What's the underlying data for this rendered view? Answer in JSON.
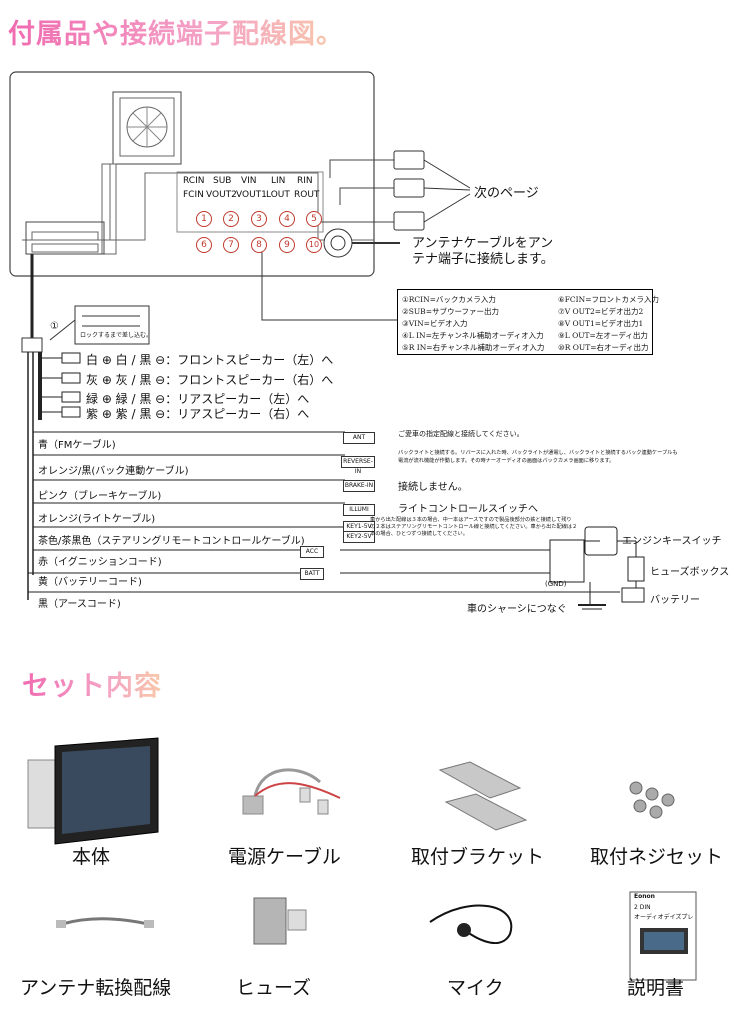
{
  "titles": {
    "wiring": "付属品や接続端子配線図。",
    "contents": "セット内容"
  },
  "ports": {
    "top_row": [
      "RCIN",
      "SUB",
      "VIN",
      "LIN",
      "RIN"
    ],
    "bottom_row": [
      "FCIN",
      "VOUT2",
      "VOUT1",
      "LOUT",
      "ROUT"
    ],
    "row1_numbers": [
      "1",
      "2",
      "3",
      "4",
      "5"
    ],
    "row2_numbers": [
      "6",
      "7",
      "8",
      "9",
      "10"
    ]
  },
  "callouts": {
    "next_page": "次のページ",
    "antenna_line1": "アンテナケーブルをアン",
    "antenna_line2": "テナ端子に接続します。",
    "lock_note": "ロックするまで差し込む。",
    "connector_num": "①"
  },
  "legend": [
    "①RCIN=バックカメラ入力",
    "⑥FCIN=フロントカメラ入力",
    "②SUB=サブウーファー出力",
    "⑦V OUT2=ビデオ出力2",
    "③VIN=ビデオ入力",
    "⑧V OUT1=ビデオ出力1",
    "④L IN=左チャンネル補助オーディオ入力",
    "⑨L OUT=左オーディ出力",
    "⑤R IN=右チャンネル補助オーディオ入力",
    "⑩R OUT=右オーディ出力"
  ],
  "speakers": [
    {
      "label": "白 ⊕ 白 / 黒 ⊖：フロントスピーカー（左）へ"
    },
    {
      "label": "灰 ⊕ 灰 / 黒 ⊖：フロントスピーカー（右）へ"
    },
    {
      "label": "緑 ⊕ 緑 / 黒 ⊖：リアスピーカー（左）へ"
    },
    {
      "label": "紫 ⊕ 紫 / 黒 ⊖：リアスピーカー（右）へ"
    }
  ],
  "wires": {
    "blue": "青（FMケーブル)",
    "orange_black": "オレンジ/黒(バック連動ケーブル)",
    "pink": "ピンク（ブレーキケーブル)",
    "orange": "オレンジ(ライトケーブル)",
    "brown": "茶色/茶黒色（ステアリングリモートコントロールケーブル)",
    "red": "赤（イグニッションコード)",
    "yellow": "黄（バッテリーコード)",
    "black": "黒（アースコード)"
  },
  "tags": {
    "ant": "ANT",
    "reverse": "REVERSE-IN",
    "brake": "BRAKE-IN",
    "illumi": "ILLUMI",
    "key1": "KEY1-5V",
    "key2": "KEY2-5V",
    "acc": "ACC",
    "batt": "BATT"
  },
  "notes": {
    "ant_note": "ご愛車の指定配線と接続してください。",
    "reverse_note1": "バックライトと接続する。リバースに入れた時、バックライトが通電し、バックライトと接続するバック連動ケーブルも",
    "reverse_note2": "電流が流れ機能が作動します。その時ナーオーディオの画面はバックカメラ画面に移ります。",
    "brake_note": "接続しません。",
    "illumi_note": "ライトコントロールスイッチへ",
    "key_note1": "車から出た配線は３本の場合、中一本はアースですので製品後部分の鉄と接続して残り",
    "key_note2": "の２本はステアリングリモートコントロール線と接続してください。車から出た配線は２",
    "key_note3": "本の場合、ひとつずつ接続してください。",
    "engine_key": "エンジンキースイッチ",
    "fuse_box": "ヒューズボックス",
    "gnd": "(GND)",
    "battery": "バッテリー",
    "chassis": "車のシャーシにつなぐ"
  },
  "contents": [
    "本体",
    "電源ケーブル",
    "取付ブラケット",
    "取付ネジセット",
    "アンテナ転換配線",
    "ヒューズ",
    "マイク",
    "説明書"
  ],
  "manual_cover": {
    "brand": "Eonon",
    "title1": "2 DIN",
    "title2": "オーディオデイズプレ"
  }
}
